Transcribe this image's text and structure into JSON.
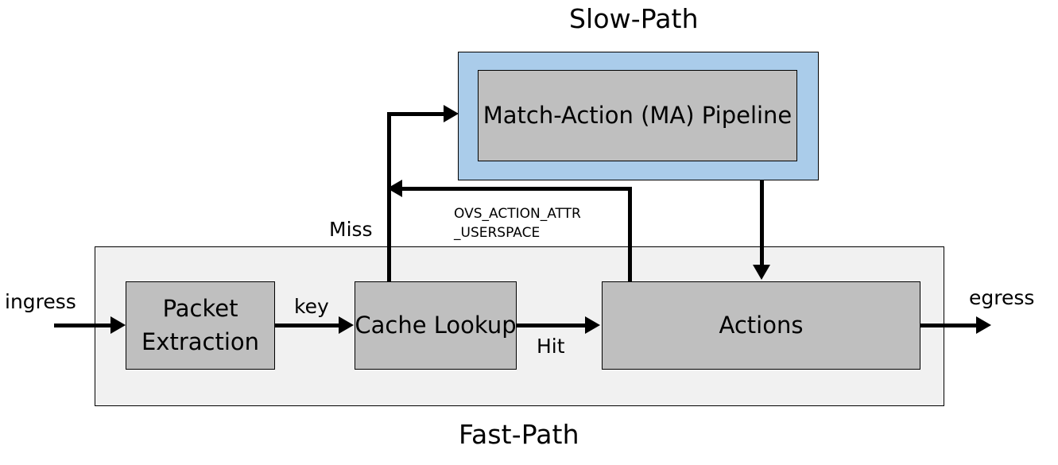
{
  "diagram": {
    "title_slow": "Slow-Path",
    "title_fast": "Fast-Path",
    "colors": {
      "slow_path_fill": "#aaccea",
      "fast_path_fill": "#f1f1f1",
      "process_box_fill": "#bfbfbf",
      "stroke": "#000000",
      "text": "#000000"
    },
    "boxes": {
      "ma_pipeline": "Match-Action (MA)\nPipeline",
      "packet_extraction": "Packet\nExtraction",
      "cache_lookup": "Cache\nLookup",
      "actions": "Actions"
    },
    "edges": {
      "ingress": "ingress",
      "egress": "egress",
      "key": "key",
      "hit": "Hit",
      "miss": "Miss",
      "userspace_line1": "OVS_ACTION_ATTR",
      "userspace_line2": "_USERSPACE"
    }
  }
}
